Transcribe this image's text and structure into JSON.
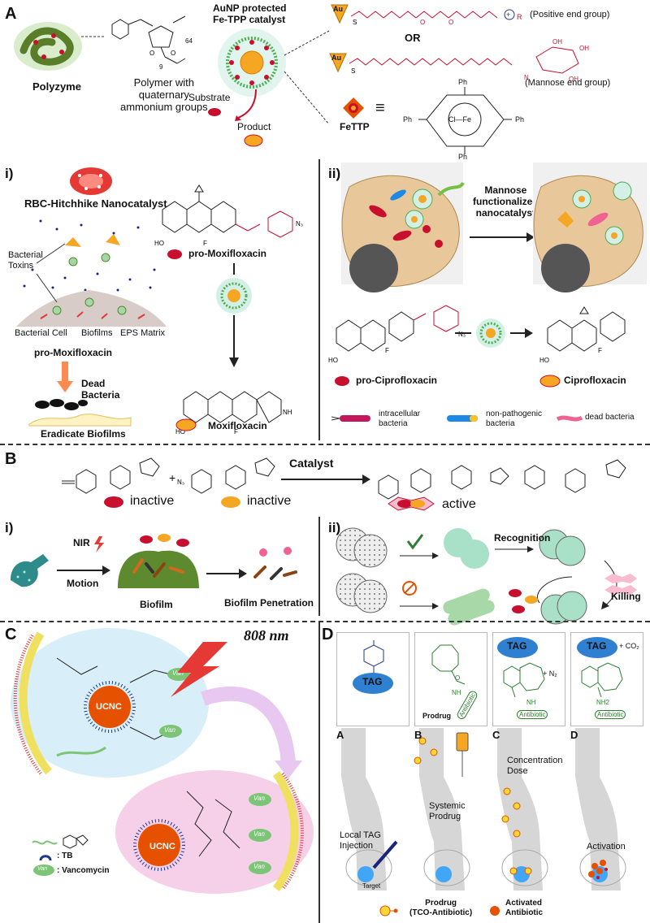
{
  "panels": {
    "A": "A",
    "B": "B",
    "C": "C",
    "D": "D",
    "i": "i)",
    "ii": "ii)"
  },
  "a": {
    "polyzyme": "Polyzyme",
    "polymer_desc": "Polymer with\nquaternary\nammonium groups",
    "catalyst_title": "AuNP protected\nFe-TPP catalyst",
    "substrate": "Substrate",
    "product": "Product",
    "fettp": "FeTTP",
    "or": "OR",
    "positive_end": "(Positive end group)",
    "mannose_end": "(Mannose end group)",
    "au": "Au",
    "ph": "Ph",
    "num_64": "64",
    "num_9": "9",
    "num_3": "3",
    "cl_fe": "Cl—Fe"
  },
  "a_i": {
    "rbc": "RBC-Hitchhike Nanocatalyst",
    "toxins": "Bacterial\nToxins",
    "bacterial_cell": "Bacterial Cell",
    "biofilms": "Biofilms",
    "eps": "EPS Matrix",
    "pro_moxi": "pro-Moxifloxacin",
    "dead": "Dead\nBacteria",
    "eradicate": "Eradicate Biofilms",
    "moxi": "Moxifloxacin",
    "pro_moxi_struct": "pro-Moxifloxacin"
  },
  "a_ii": {
    "mannose": "Mannose\nfunctionalized\nnanocatalyst",
    "pro_cipro": "pro-Ciprofloxacin",
    "cipro": "Ciprofloxacin",
    "intracellular": "intracellular\nbacteria",
    "non_path": "non-pathogenic\nbacteria",
    "dead_bacteria": "dead bacteria"
  },
  "b": {
    "catalyst": "Catalyst",
    "inactive1": "inactive",
    "inactive2": "inactive",
    "active": "active",
    "plus": "+"
  },
  "b_i": {
    "nir": "NIR",
    "motion": "Motion",
    "biofilm": "Biofilm",
    "penetration": "Biofilm Penetration"
  },
  "b_ii": {
    "recognition": "Recognition",
    "killing": "Killing"
  },
  "c": {
    "wavelength": "808 nm",
    "ucnc1": "UCNC",
    "ucnc2": "UCNC",
    "tb": ": TB",
    "van_legend": ": Vancomycin",
    "van": "Van"
  },
  "d": {
    "tag": "TAG",
    "prodrug": "Prodrug",
    "antibiotic": "Antibiotic",
    "n2": "+ N₂",
    "co2": "+ CO₂",
    "nh": "NH",
    "nh2": "NH2",
    "o": "O",
    "sub": {
      "A": "A",
      "B": "B",
      "C": "C",
      "D": "D"
    },
    "local_tag": "Local TAG\nInjection",
    "target": "Target",
    "systemic": "Systemic\nProdrug",
    "concentration": "Concentration\nDose",
    "activation": "Activation",
    "legend_prodrug": "Prodrug\n(TCO-Antibiotic)",
    "legend_activated": "Activated\nAntibiotic"
  },
  "colors": {
    "red": "#c8102e",
    "green": "#2e7d32",
    "gold": "#f5a623",
    "blue": "#1e88e5",
    "cell": "#e8c79a"
  }
}
